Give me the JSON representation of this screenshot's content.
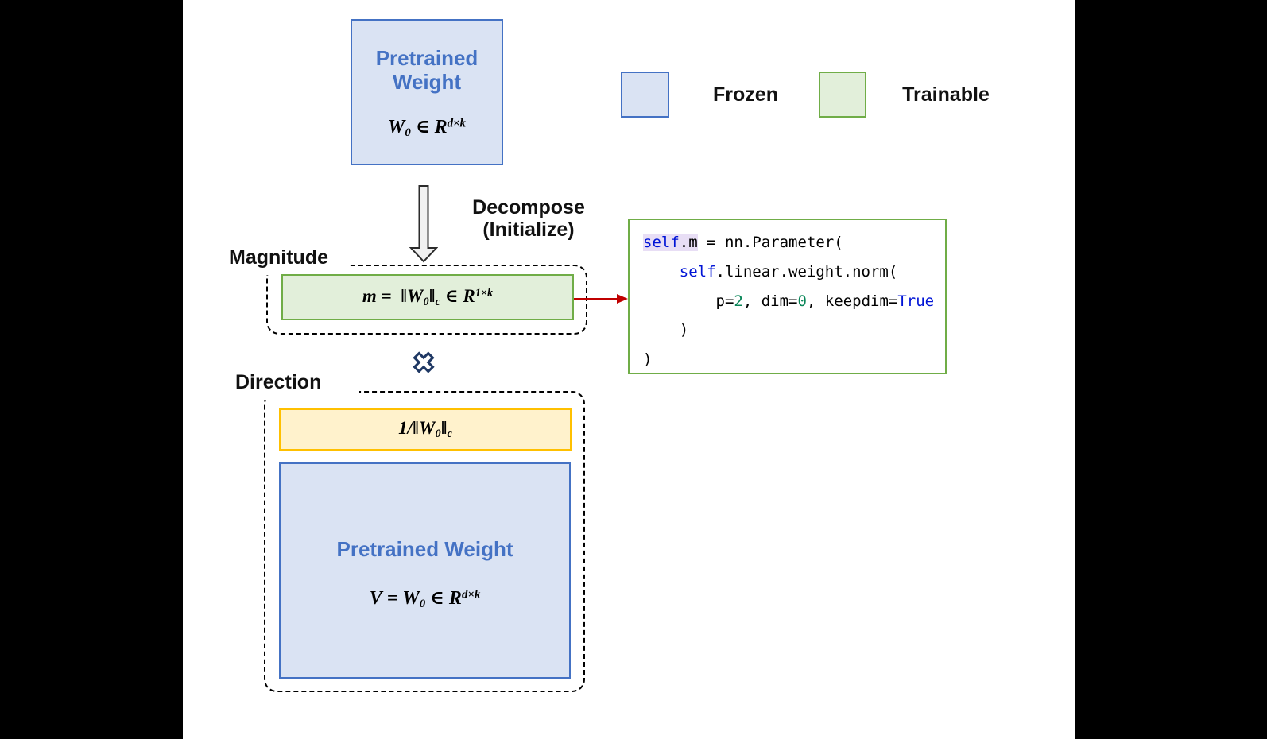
{
  "legend": {
    "frozen_label": "Frozen",
    "trainable_label": "Trainable"
  },
  "pretrained_box": {
    "title_line1": "Pretrained",
    "title_line2": "Weight",
    "formula": {
      "p1": "W",
      "sub1": "0",
      "p2": " ∈ R",
      "sup": "d×k"
    }
  },
  "decompose_label": {
    "line1": "Decompose",
    "line2": "(Initialize)"
  },
  "magnitude": {
    "label": "Magnitude",
    "formula": {
      "p1": "m =  ‖W",
      "sub1": "0",
      "p2": "‖",
      "sub2": "c",
      "p3": " ∈ R",
      "sup": "1×k"
    }
  },
  "operator": {
    "symbol_name": "elementwise-product-cross"
  },
  "direction": {
    "label": "Direction",
    "scale_formula": {
      "p1": "1/‖W",
      "sub1": "0",
      "p2": "‖",
      "sub2": "c"
    },
    "weight_title": "Pretrained Weight",
    "weight_formula": {
      "p1": "V = W",
      "sub1": "0",
      "p2": " ∈ R",
      "sup": "d×k"
    }
  },
  "code": {
    "lines": [
      [
        {
          "t": "self",
          "c": "blue",
          "h": true
        },
        {
          "t": ".m",
          "h": true
        },
        {
          "t": " = nn.Parameter("
        }
      ],
      [
        {
          "t": "    "
        },
        {
          "t": "self",
          "c": "blue"
        },
        {
          "t": ".linear.weight.norm("
        }
      ],
      [
        {
          "t": "        p="
        },
        {
          "t": "2",
          "c": "green"
        },
        {
          "t": ", dim="
        },
        {
          "t": "0",
          "c": "green"
        },
        {
          "t": ", keepdim="
        },
        {
          "t": "True",
          "c": "blue"
        }
      ],
      [
        {
          "t": "    )"
        }
      ],
      [
        {
          "t": ")"
        }
      ]
    ]
  },
  "colors": {
    "frozen_fill": "#dae3f3",
    "frozen_border": "#4472c4",
    "trainable_fill": "#e2efda",
    "trainable_border": "#70ad47",
    "scale_fill": "#fff2cc",
    "scale_border": "#ffc000",
    "blue_text": "#4472c4",
    "red_arrow": "#c00000",
    "cross_navy": "#1f3864",
    "code_keyword_blue": "#0014d6",
    "code_number_green": "#098658",
    "code_highlight": "#e8def5"
  }
}
